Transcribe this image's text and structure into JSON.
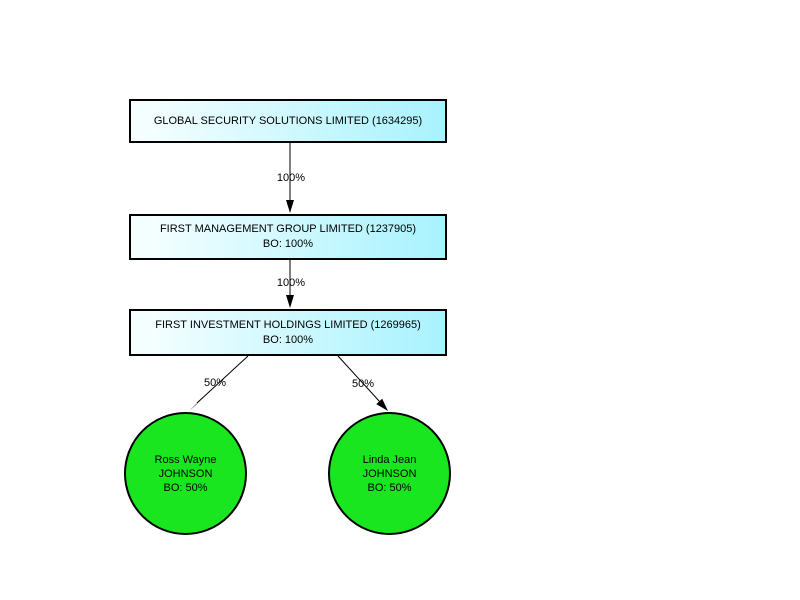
{
  "diagram": {
    "type": "ownership-structure",
    "companies": [
      {
        "name": "GLOBAL SECURITY SOLUTIONS LIMITED (1634295)",
        "bo": ""
      },
      {
        "name": "FIRST MANAGEMENT GROUP LIMITED (1237905)",
        "bo": "BO: 100%"
      },
      {
        "name": "FIRST INVESTMENT HOLDINGS LIMITED (1269965)",
        "bo": "BO: 100%"
      }
    ],
    "persons": [
      {
        "name_line1": "Ross Wayne",
        "name_line2": "JOHNSON",
        "bo": "BO: 50%"
      },
      {
        "name_line1": "Linda Jean",
        "name_line2": "JOHNSON",
        "bo": "BO: 50%"
      }
    ],
    "edges": [
      {
        "from": "GLOBAL SECURITY SOLUTIONS LIMITED (1634295)",
        "to": "FIRST MANAGEMENT GROUP LIMITED (1237905)",
        "label": "100%"
      },
      {
        "from": "FIRST MANAGEMENT GROUP LIMITED (1237905)",
        "to": "FIRST INVESTMENT HOLDINGS LIMITED (1269965)",
        "label": "100%"
      },
      {
        "from": "FIRST INVESTMENT HOLDINGS LIMITED (1269965)",
        "to": "Ross Wayne JOHNSON",
        "label": "50%"
      },
      {
        "from": "FIRST INVESTMENT HOLDINGS LIMITED (1269965)",
        "to": "Linda Jean JOHNSON",
        "label": "50%"
      }
    ]
  },
  "colors": {
    "company_fill_left": "#f8ffff",
    "company_fill_right": "#a8f2fe",
    "person_fill": "#19e61e",
    "border_color": "#000000"
  }
}
